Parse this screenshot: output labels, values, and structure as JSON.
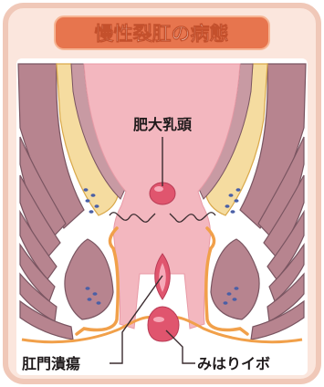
{
  "title": "慢性裂肛の病態",
  "labels": {
    "hypertrophic_papilla": "肥大乳頭",
    "anal_ulcer": "肛門潰瘍",
    "sentinel_pile": "みはりイボ"
  },
  "colors": {
    "title_banner": "#e7754e",
    "title_text": "#ffffff",
    "frame_fill": "#fbe6dd",
    "frame_border": "#f0c8b8",
    "canal": "#f3b7bf",
    "canal_shadow": "#e89aa6",
    "tissue": "#b7848f",
    "tissue_dark": "#7a5561",
    "fat": "#f5dca0",
    "fat_edge": "#d9a84a",
    "orange_outline": "#f1a04a",
    "gland_dots": "#4a5fa6",
    "red_lesion": "#e0556e",
    "line_dark": "#3a2b2f"
  }
}
